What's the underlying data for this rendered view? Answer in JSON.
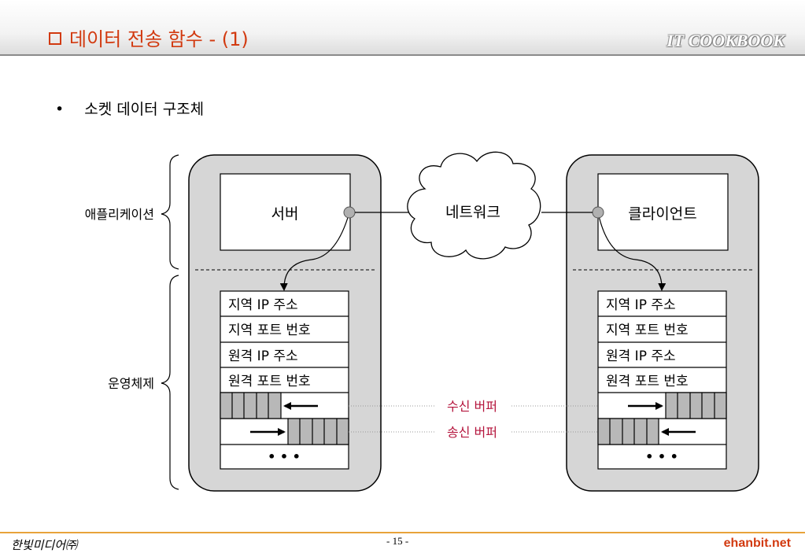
{
  "header": {
    "title": "데이터 전송 함수 - (1)",
    "brand": "IT COOKBOOK",
    "title_color": "#d23a10"
  },
  "bullet": {
    "marker": "•",
    "text": "소켓 데이터 구조체"
  },
  "diagram": {
    "side_labels": {
      "application": "애플리케이션",
      "os": "운영체제"
    },
    "server": {
      "app_label": "서버",
      "rows": [
        "지역 IP 주소",
        "지역 포트 번호",
        "원격 IP 주소",
        "원격 포트 번호"
      ],
      "ellipsis": "• • •"
    },
    "client": {
      "app_label": "클라이언트",
      "rows": [
        "지역 IP 주소",
        "지역 포트 번호",
        "원격 IP 주소",
        "원격 포트 번호"
      ],
      "ellipsis": "• • •"
    },
    "network_label": "네트워크",
    "buffer_labels": {
      "receive": "수신 버퍼",
      "send": "송신 버퍼"
    },
    "buffer_label_color": "#b4143c",
    "device_fill": "#d6d6d6",
    "buffer_cell_fill": "#b8b8b8"
  },
  "footer": {
    "publisher": "한빛미디어㈜",
    "page": "- 15 -",
    "site": "ehanbit.net",
    "site_color": "#d23a10"
  }
}
